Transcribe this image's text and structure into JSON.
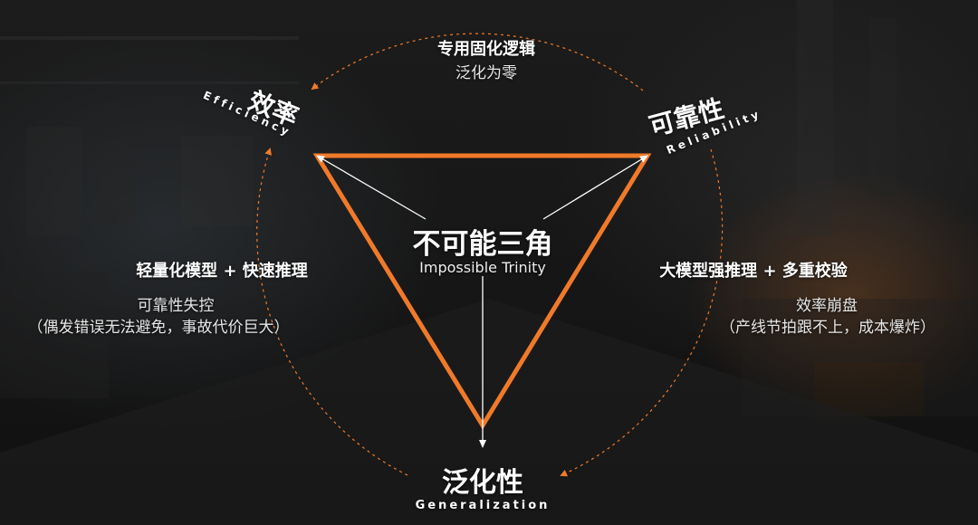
{
  "colors": {
    "accent": "#F07A2A",
    "text": "#FFFFFF",
    "subtext": "#E6E6E6"
  },
  "top_label": {
    "title": "专用固化逻辑",
    "subtitle": "泛化为零"
  },
  "center_label": {
    "title": "不可能三角",
    "subtitle": "Impossible Trinity"
  },
  "vertices": {
    "efficiency": {
      "zh": "效率",
      "en": "Efficiency"
    },
    "reliability": {
      "zh": "可靠性",
      "en": "Reliability"
    },
    "generalization": {
      "zh": "泛化性",
      "en": "Generalization"
    }
  },
  "left_label": {
    "title": "轻量化模型 + 快速推理",
    "line1": "可靠性失控",
    "line2": "（偶发错误无法避免，事故代价巨大）"
  },
  "right_label": {
    "title": "大模型强推理 + 多重校验",
    "line1": "效率崩盘",
    "line2": "（产线节拍跟不上，成本爆炸）"
  }
}
